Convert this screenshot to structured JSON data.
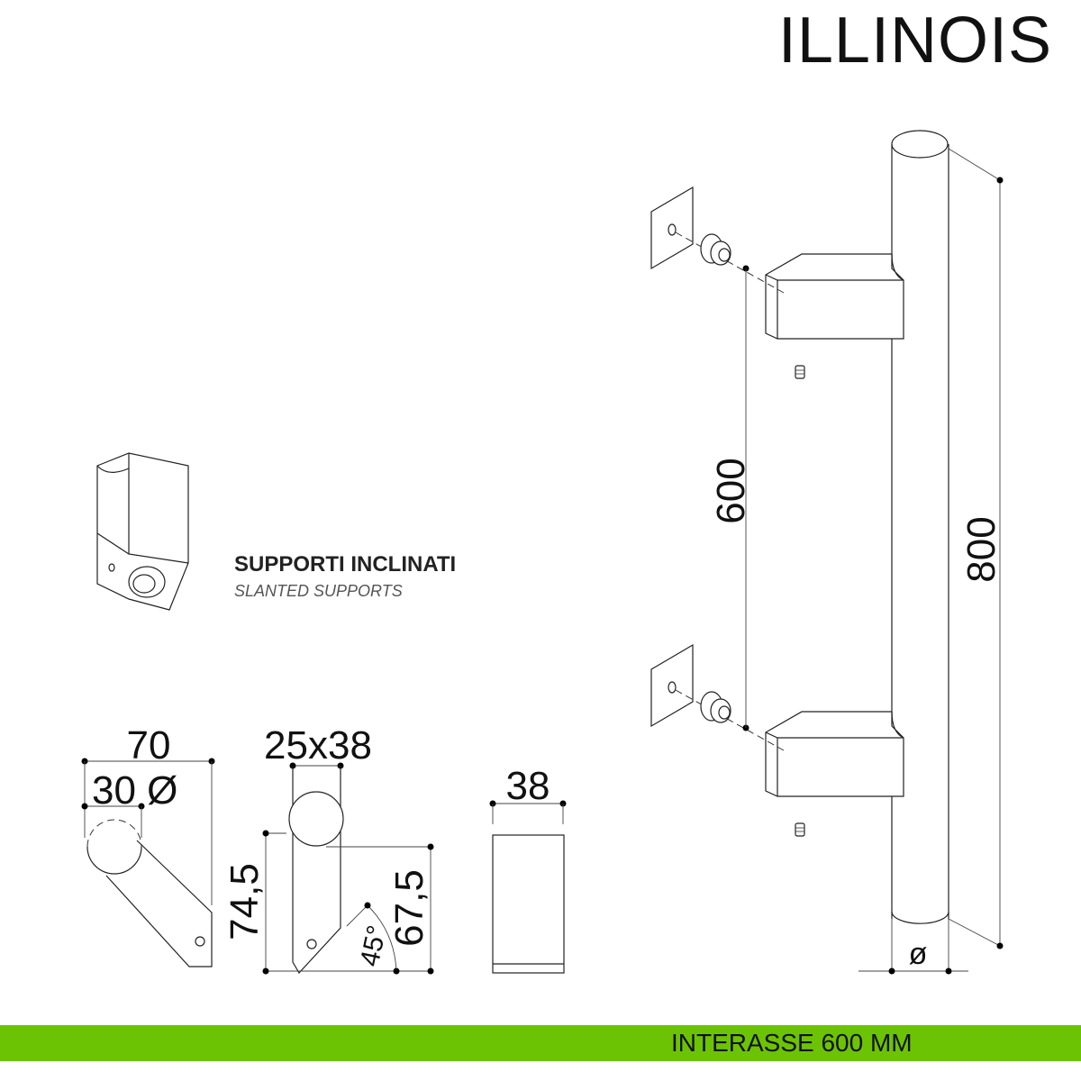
{
  "title": "ILLINOIS",
  "supports": {
    "title": "SUPPORTI INCLINATI",
    "subtitle": "SLANTED SUPPORTS"
  },
  "dimensions": {
    "length": "800",
    "interaxis": "600",
    "diameter_symbol": "ø",
    "width_70": "70",
    "diameter_30": "30 Ø",
    "section": "25x38",
    "height_745": "74,5",
    "height_675": "67,5",
    "angle": "45°",
    "depth_38": "38"
  },
  "footer": {
    "label": "INTERASSE 600 MM",
    "color": "#6cc304"
  }
}
